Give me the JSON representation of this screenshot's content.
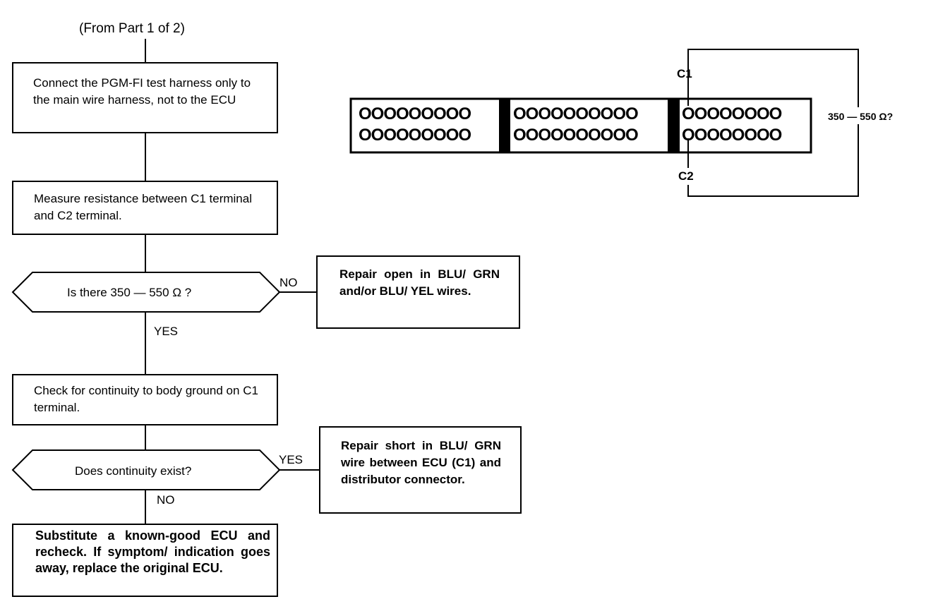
{
  "flow": {
    "from_label": "(From Part 1 of 2)",
    "step1": "Connect the PGM-FI test harness only to the main wire harness, not to the ECU",
    "step2": "Measure resistance between C1 terminal and C2 terminal.",
    "decision1": "Is there 350 — 550 Ω ?",
    "decision1_no": "NO",
    "decision1_yes": "YES",
    "repair1": "Repair open in BLU/ GRN and/or BLU/ YEL wires.",
    "step3": "Check for continuity to body ground on C1 terminal.",
    "decision2": "Does continuity exist?",
    "decision2_yes": "YES",
    "decision2_no": "NO",
    "repair2": "Repair short in BLU/ GRN wire between ECU (C1) and distributor connector.",
    "final": "Substitute a known-good ECU and recheck. If symptom/ indication goes away, replace the original ECU."
  },
  "connector": {
    "c1_label": "C1",
    "c2_label": "C2",
    "resistance_label": "350 — 550 Ω?",
    "sections": [
      {
        "rows": [
          "OOOOOOOOO",
          "OOOOOOOOO"
        ]
      },
      {
        "rows": [
          "OOOOOOOOOO",
          "OOOOOOOOOO"
        ]
      },
      {
        "rows": [
          "OOOOOOOO",
          "OOOOOOOO"
        ]
      }
    ]
  }
}
